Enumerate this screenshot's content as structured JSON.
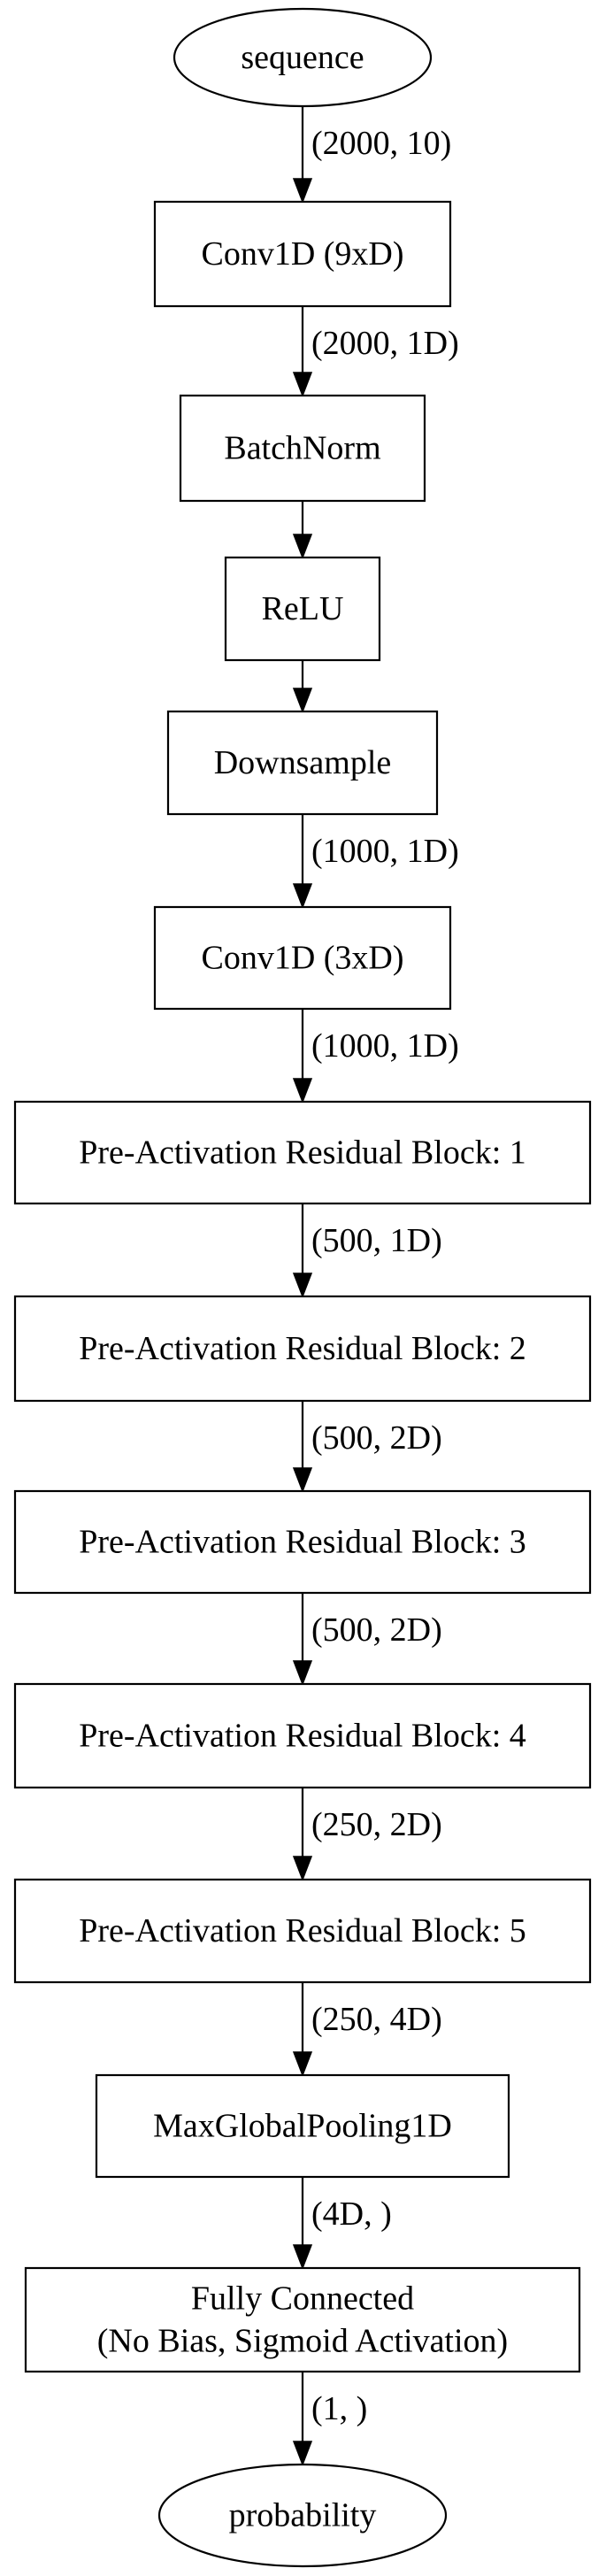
{
  "nodes": [
    {
      "id": "sequence",
      "shape": "ellipse",
      "lines": [
        "sequence"
      ]
    },
    {
      "id": "conv1d-9xd",
      "shape": "box",
      "lines": [
        "Conv1D (9xD)"
      ]
    },
    {
      "id": "batchnorm",
      "shape": "box",
      "lines": [
        "BatchNorm"
      ]
    },
    {
      "id": "relu",
      "shape": "box",
      "lines": [
        "ReLU"
      ]
    },
    {
      "id": "downsample",
      "shape": "box",
      "lines": [
        "Downsample"
      ]
    },
    {
      "id": "conv1d-3xd",
      "shape": "box",
      "lines": [
        "Conv1D (3xD)"
      ]
    },
    {
      "id": "residual-block-1",
      "shape": "box",
      "lines": [
        "Pre-Activation Residual Block: 1"
      ]
    },
    {
      "id": "residual-block-2",
      "shape": "box",
      "lines": [
        "Pre-Activation Residual Block: 2"
      ]
    },
    {
      "id": "residual-block-3",
      "shape": "box",
      "lines": [
        "Pre-Activation Residual Block: 3"
      ]
    },
    {
      "id": "residual-block-4",
      "shape": "box",
      "lines": [
        "Pre-Activation Residual Block: 4"
      ]
    },
    {
      "id": "residual-block-5",
      "shape": "box",
      "lines": [
        "Pre-Activation Residual Block: 5"
      ]
    },
    {
      "id": "max-global-pooling",
      "shape": "box",
      "lines": [
        "MaxGlobalPooling1D"
      ]
    },
    {
      "id": "fully-connected",
      "shape": "box",
      "lines": [
        "Fully Connected",
        "(No Bias, Sigmoid Activation)"
      ]
    },
    {
      "id": "probability",
      "shape": "ellipse",
      "lines": [
        "probability"
      ]
    }
  ],
  "edges": [
    {
      "from": "sequence",
      "to": "conv1d-9xd",
      "label": "(2000, 10)"
    },
    {
      "from": "conv1d-9xd",
      "to": "batchnorm",
      "label": "(2000, 1D)"
    },
    {
      "from": "batchnorm",
      "to": "relu",
      "label": ""
    },
    {
      "from": "relu",
      "to": "downsample",
      "label": ""
    },
    {
      "from": "downsample",
      "to": "conv1d-3xd",
      "label": "(1000, 1D)"
    },
    {
      "from": "conv1d-3xd",
      "to": "residual-block-1",
      "label": "(1000, 1D)"
    },
    {
      "from": "residual-block-1",
      "to": "residual-block-2",
      "label": "(500, 1D)"
    },
    {
      "from": "residual-block-2",
      "to": "residual-block-3",
      "label": "(500, 2D)"
    },
    {
      "from": "residual-block-3",
      "to": "residual-block-4",
      "label": "(500, 2D)"
    },
    {
      "from": "residual-block-4",
      "to": "residual-block-5",
      "label": "(250, 2D)"
    },
    {
      "from": "residual-block-5",
      "to": "max-global-pooling",
      "label": "(250, 4D)"
    },
    {
      "from": "max-global-pooling",
      "to": "fully-connected",
      "label": "(4D, )"
    },
    {
      "from": "fully-connected",
      "to": "probability",
      "label": "(1, )"
    }
  ]
}
